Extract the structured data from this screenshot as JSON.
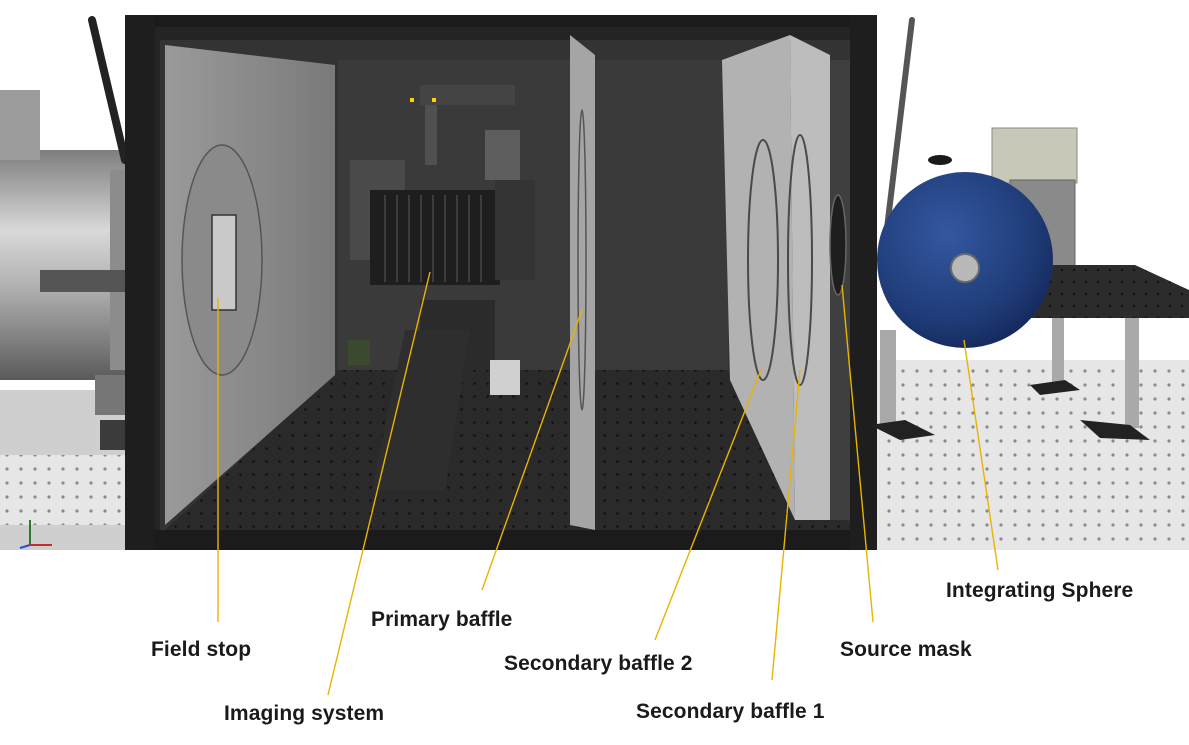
{
  "labels": {
    "field_stop": "Field stop",
    "imaging_system": "Imaging system",
    "primary_baffle": "Primary baffle",
    "secondary_baffle_2": "Secondary baffle 2",
    "secondary_baffle_1": "Secondary baffle 1",
    "source_mask": "Source mask",
    "integrating_sphere": "Integrating Sphere"
  },
  "colors": {
    "leader_line": "#e8b400",
    "enclosure": "#2d2d2d",
    "panel": "#8e8e8e",
    "sphere": "#1f3c78",
    "table": "#e4e4e4"
  }
}
